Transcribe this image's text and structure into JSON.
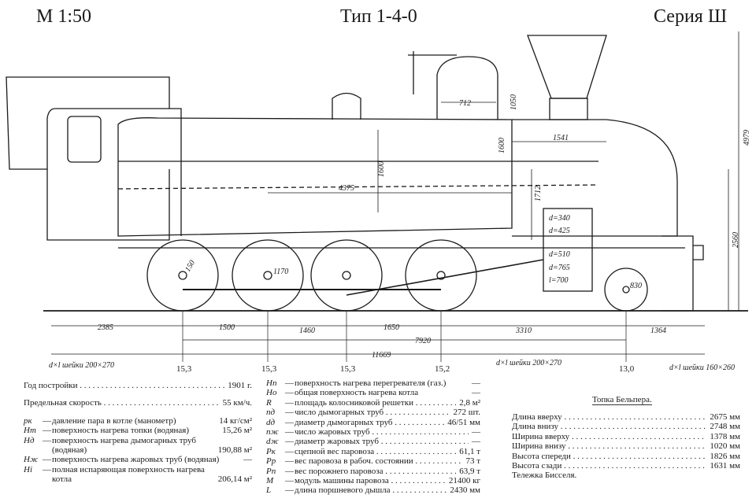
{
  "header": {
    "scale": "М 1:50",
    "type": "Тип 1-4-0",
    "series": "Серия Ш"
  },
  "drawing": {
    "dims": {
      "d712": "712",
      "d1050": "1050",
      "d1600a": "1600",
      "d1600b": "1600",
      "d1541": "1541",
      "d4979": "4979",
      "d4375": "4375",
      "d1712": "1712",
      "d2560": "2560",
      "d2385": "2385",
      "d1500": "1500",
      "d1460": "1460",
      "d1650": "1650",
      "d3310": "3310",
      "d1364": "1364",
      "d7920": "7920",
      "d11669": "11669",
      "d150": "150",
      "d1170": "1170",
      "d830": "830"
    },
    "cylinder": [
      "d=340",
      "d=425",
      "d=510",
      "d=765",
      "l=700"
    ],
    "loads": [
      "15,3",
      "15,3",
      "15,3",
      "15,2",
      "13,0"
    ],
    "axle_notes": {
      "left": "d×l шейки 200×270",
      "mid": "d×l шейки 200×270",
      "right": "d×l шейки 160×260"
    }
  },
  "specs_left": [
    {
      "sym": "",
      "label": "Год постройки",
      "value": "1901 г."
    },
    {
      "sym": "",
      "label": "Предельная скорость",
      "value": "55 км/ч."
    },
    {
      "sym": "pк",
      "label": "давление пара в котле (манометр)",
      "value": "14 кг/см²"
    },
    {
      "sym": "Нт",
      "label": "поверхность нагрева топки (водяная)",
      "value": "15,26 м²"
    },
    {
      "sym": "Нд",
      "label": "поверхность нагрева дымогарных труб (водяная)",
      "value": "190,88 м²"
    },
    {
      "sym": "Нж",
      "label": "поверхность нагрева жаровых труб (водяная)",
      "value": "—"
    },
    {
      "sym": "Нi",
      "label": "полная испаряющая поверхность нагрева котла",
      "value": "206,14 м²"
    }
  ],
  "specs_mid": [
    {
      "sym": "Нп",
      "label": "поверхность нагрева перегревателя (газ.)",
      "value": "—"
    },
    {
      "sym": "Но",
      "label": "общая поверхность нагрева котла",
      "value": "—"
    },
    {
      "sym": "R",
      "label": "площадь колосниковой решетки",
      "value": "2,8 м²"
    },
    {
      "sym": "nд",
      "label": "число дымогарных труб",
      "value": "272 шт."
    },
    {
      "sym": "dд",
      "label": "диаметр дымогарных труб",
      "value": "46/51 мм"
    },
    {
      "sym": "nж",
      "label": "число жаровых труб",
      "value": "—"
    },
    {
      "sym": "dж",
      "label": "диаметр жаровых труб",
      "value": "—"
    },
    {
      "sym": "Pк",
      "label": "сцепной вес паровоза",
      "value": "61,1 т"
    },
    {
      "sym": "Pр",
      "label": "вес паровоза в рабоч. состоянии",
      "value": "73 т"
    },
    {
      "sym": "Pп",
      "label": "вес порожнего паровоза",
      "value": "63,9 т"
    },
    {
      "sym": "М",
      "label": "модуль машины паровоза",
      "value": "21400 кг"
    },
    {
      "sym": "L",
      "label": "длина поршневого дышла",
      "value": "2430 мм"
    }
  ],
  "belpaire": {
    "title": "Топка Бельпера.",
    "rows": [
      {
        "label": "Длина вверху",
        "value": "2675 мм"
      },
      {
        "label": "Длина внизу",
        "value": "2748 мм"
      },
      {
        "label": "Ширина вверху",
        "value": "1378 мм"
      },
      {
        "label": "Ширина внизу",
        "value": "1020 мм"
      },
      {
        "label": "Высота спереди",
        "value": "1826 мм"
      },
      {
        "label": "Высота сзади",
        "value": "1631 мм"
      },
      {
        "label": "Тележка Бисселя.",
        "value": ""
      }
    ]
  }
}
